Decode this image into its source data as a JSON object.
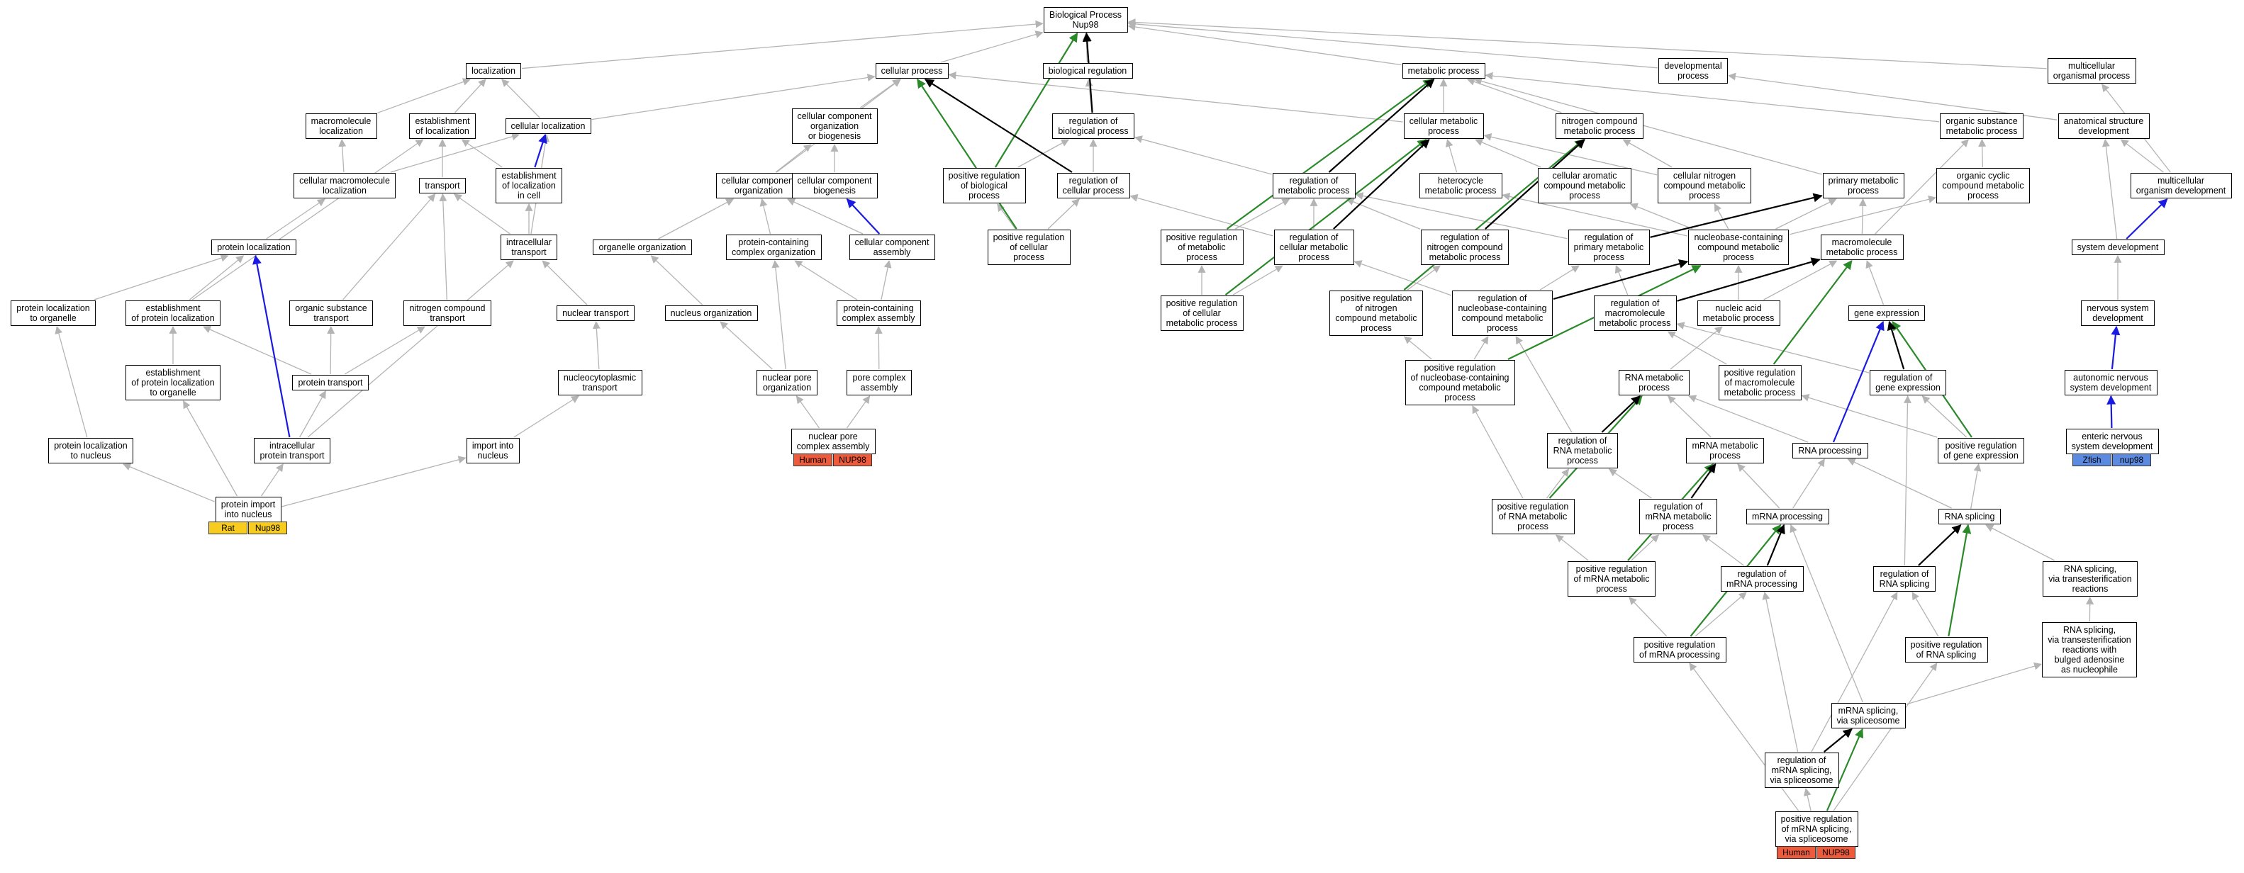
{
  "diagram": {
    "type": "gene-ontology-graph",
    "colors": {
      "default_edge": "#b4b4b4",
      "black_edge": "#000000",
      "green_edge": "#2a8a2a",
      "blue_edge": "#1a1ae0",
      "rat": "#f7cc1f",
      "human": "#ee5a3c",
      "zfish": "#5b8ae0"
    },
    "nodes": [
      {
        "id": "bp",
        "label": "Biological Process\nNup98"
      },
      {
        "id": "loc",
        "label": "localization"
      },
      {
        "id": "cp",
        "label": "cellular process"
      },
      {
        "id": "br",
        "label": "biological regulation"
      },
      {
        "id": "mp",
        "label": "metabolic process"
      },
      {
        "id": "dev",
        "label": "developmental\nprocess"
      },
      {
        "id": "mop",
        "label": "multicellular\norganismal process"
      },
      {
        "id": "ml",
        "label": "macromolecule\nlocalization"
      },
      {
        "id": "eloc",
        "label": "establishment\nof localization"
      },
      {
        "id": "cloc",
        "label": "cellular localization"
      },
      {
        "id": "ccob",
        "label": "cellular component\norganization\nor biogenesis"
      },
      {
        "id": "rbp",
        "label": "regulation of\nbiological process"
      },
      {
        "id": "cmp",
        "label": "cellular metabolic\nprocess"
      },
      {
        "id": "ncmp",
        "label": "nitrogen compound\nmetabolic process"
      },
      {
        "id": "osmp",
        "label": "organic substance\nmetabolic process"
      },
      {
        "id": "asd",
        "label": "anatomical structure\ndevelopment"
      },
      {
        "id": "cml",
        "label": "cellular macromolecule\nlocalization"
      },
      {
        "id": "transport",
        "label": "transport"
      },
      {
        "id": "eloccell",
        "label": "establishment\nof localization\nin cell"
      },
      {
        "id": "cco",
        "label": "cellular component\norganization"
      },
      {
        "id": "ccb",
        "label": "cellular component\nbiogenesis"
      },
      {
        "id": "prbp",
        "label": "positive regulation\nof biological\nprocess"
      },
      {
        "id": "rcp",
        "label": "regulation of\ncellular process"
      },
      {
        "id": "rmp",
        "label": "regulation of\nmetabolic process"
      },
      {
        "id": "hmp",
        "label": "heterocycle\nmetabolic process"
      },
      {
        "id": "cacmp",
        "label": "cellular aromatic\ncompound metabolic\nprocess"
      },
      {
        "id": "cncmp",
        "label": "cellular nitrogen\ncompound metabolic\nprocess"
      },
      {
        "id": "pmp",
        "label": "primary metabolic\nprocess"
      },
      {
        "id": "occmp",
        "label": "organic cyclic\ncompound metabolic\nprocess"
      },
      {
        "id": "mod",
        "label": "multicellular\norganism development"
      },
      {
        "id": "ploc",
        "label": "protein localization"
      },
      {
        "id": "it",
        "label": "intracellular\ntransport"
      },
      {
        "id": "oo",
        "label": "organelle organization"
      },
      {
        "id": "pcco",
        "label": "protein-containing\ncomplex organization"
      },
      {
        "id": "cca",
        "label": "cellular component\nassembly"
      },
      {
        "id": "prcp",
        "label": "positive regulation\nof cellular\nprocess"
      },
      {
        "id": "prmp",
        "label": "positive regulation\nof metabolic\nprocess"
      },
      {
        "id": "rcmp",
        "label": "regulation of\ncellular metabolic\nprocess"
      },
      {
        "id": "rncmp",
        "label": "regulation of\nnitrogen compound\nmetabolic process"
      },
      {
        "id": "rpmp",
        "label": "regulation of\nprimary metabolic\nprocess"
      },
      {
        "id": "nbcmp",
        "label": "nucleobase-containing\ncompound metabolic\nprocess"
      },
      {
        "id": "mmp",
        "label": "macromolecule\nmetabolic process"
      },
      {
        "id": "sd",
        "label": "system development"
      },
      {
        "id": "plo",
        "label": "protein localization\nto organelle"
      },
      {
        "id": "epl",
        "label": "establishment\nof protein localization"
      },
      {
        "id": "ost",
        "label": "organic substance\ntransport"
      },
      {
        "id": "nct",
        "label": "nitrogen compound\ntransport"
      },
      {
        "id": "nt",
        "label": "nuclear transport"
      },
      {
        "id": "no",
        "label": "nucleus organization"
      },
      {
        "id": "pcca",
        "label": "protein-containing\ncomplex assembly"
      },
      {
        "id": "prcmp",
        "label": "positive regulation\nof cellular\nmetabolic process"
      },
      {
        "id": "prncmp",
        "label": "positive regulation\nof nitrogen\ncompound metabolic\nprocess"
      },
      {
        "id": "rnbcmp",
        "label": "regulation of\nnucleobase-containing\ncompound metabolic\nprocess"
      },
      {
        "id": "rmmp",
        "label": "regulation of\nmacromolecule\nmetabolic process"
      },
      {
        "id": "namp",
        "label": "nucleic acid\nmetabolic process"
      },
      {
        "id": "ge",
        "label": "gene expression"
      },
      {
        "id": "nsd",
        "label": "nervous system\ndevelopment"
      },
      {
        "id": "eplo",
        "label": "establishment\nof protein localization\nto organelle"
      },
      {
        "id": "pt",
        "label": "protein transport"
      },
      {
        "id": "ncpt",
        "label": "nucleocytoplasmic\ntransport"
      },
      {
        "id": "npo",
        "label": "nuclear pore\norganization"
      },
      {
        "id": "pca",
        "label": "pore complex\nassembly"
      },
      {
        "id": "prnbcmp",
        "label": "positive regulation\nof nucleobase-containing\ncompound metabolic\nprocess"
      },
      {
        "id": "rnamp",
        "label": "RNA metabolic\nprocess"
      },
      {
        "id": "prmmp",
        "label": "positive regulation\nof macromolecule\nmetabolic process"
      },
      {
        "id": "rge",
        "label": "regulation of\ngene expression"
      },
      {
        "id": "ansd",
        "label": "autonomic nervous\nsystem development"
      },
      {
        "id": "pln",
        "label": "protein localization\nto nucleus"
      },
      {
        "id": "ipt",
        "label": "intracellular\nprotein transport"
      },
      {
        "id": "iin",
        "label": "import into\nnucleus"
      },
      {
        "id": "npca",
        "label": "nuclear pore\ncomplex assembly"
      },
      {
        "id": "rrnamp",
        "label": "regulation of\nRNA metabolic\nprocess"
      },
      {
        "id": "mrnamp",
        "label": "mRNA metabolic\nprocess"
      },
      {
        "id": "rnap",
        "label": "RNA processing"
      },
      {
        "id": "prge",
        "label": "positive regulation\nof gene expression"
      },
      {
        "id": "ensd",
        "label": "enteric nervous\nsystem development"
      },
      {
        "id": "pin",
        "label": "protein import\ninto nucleus"
      },
      {
        "id": "prrnamp",
        "label": "positive regulation\nof RNA metabolic\nprocess"
      },
      {
        "id": "rmrnamp",
        "label": "regulation of\nmRNA metabolic\nprocess"
      },
      {
        "id": "mrnap",
        "label": "mRNA processing"
      },
      {
        "id": "rnas",
        "label": "RNA splicing"
      },
      {
        "id": "prmrnamp",
        "label": "positive regulation\nof mRNA metabolic\nprocess"
      },
      {
        "id": "rmrnap",
        "label": "regulation of\nmRNA processing"
      },
      {
        "id": "rrnas",
        "label": "regulation of\nRNA splicing"
      },
      {
        "id": "rnast",
        "label": "RNA splicing,\nvia transesterification\nreactions"
      },
      {
        "id": "prmrnap",
        "label": "positive regulation\nof mRNA processing"
      },
      {
        "id": "prrnas",
        "label": "positive regulation\nof RNA splicing"
      },
      {
        "id": "rnastb",
        "label": "RNA splicing,\nvia transesterification\nreactions with\nbulged adenosine\nas nucleophile"
      },
      {
        "id": "mrnass",
        "label": "mRNA splicing,\nvia spliceosome"
      },
      {
        "id": "rmrnass",
        "label": "regulation of\nmRNA splicing,\nvia spliceosome"
      },
      {
        "id": "prmrnass",
        "label": "positive regulation\nof mRNA splicing,\nvia spliceosome"
      }
    ],
    "annotations": [
      {
        "node": "pin",
        "species": "Rat",
        "gene": "Nup98",
        "color": "#f7cc1f"
      },
      {
        "node": "npca",
        "species": "Human",
        "gene": "NUP98",
        "color": "#ee5a3c"
      },
      {
        "node": "ensd",
        "species": "Zfish",
        "gene": "nup98",
        "color": "#5b8ae0"
      },
      {
        "node": "prmrnass",
        "species": "Human",
        "gene": "NUP98",
        "color": "#ee5a3c"
      }
    ],
    "edges": [
      [
        "loc",
        "bp",
        "gray"
      ],
      [
        "cp",
        "bp",
        "gray"
      ],
      [
        "br",
        "bp",
        "gray"
      ],
      [
        "mp",
        "bp",
        "gray"
      ],
      [
        "dev",
        "bp",
        "gray"
      ],
      [
        "mop",
        "bp",
        "gray"
      ],
      [
        "ml",
        "loc",
        "gray"
      ],
      [
        "eloc",
        "loc",
        "gray"
      ],
      [
        "cloc",
        "loc",
        "gray"
      ],
      [
        "cloc",
        "cp",
        "gray"
      ],
      [
        "ccob",
        "cp",
        "gray"
      ],
      [
        "rbp",
        "br",
        "gray"
      ],
      [
        "rbp",
        "bp",
        "black"
      ],
      [
        "cmp",
        "mp",
        "gray"
      ],
      [
        "cmp",
        "cp",
        "gray"
      ],
      [
        "ncmp",
        "mp",
        "gray"
      ],
      [
        "osmp",
        "mp",
        "gray"
      ],
      [
        "asd",
        "dev",
        "gray"
      ],
      [
        "mod",
        "mop",
        "gray"
      ],
      [
        "mod",
        "asd",
        "gray"
      ],
      [
        "cml",
        "ml",
        "gray"
      ],
      [
        "cml",
        "cloc",
        "gray"
      ],
      [
        "transport",
        "eloc",
        "gray"
      ],
      [
        "eloccell",
        "eloc",
        "gray"
      ],
      [
        "eloccell",
        "cloc",
        "blue"
      ],
      [
        "cco",
        "ccob",
        "gray"
      ],
      [
        "cco",
        "cp",
        "gray"
      ],
      [
        "ccb",
        "ccob",
        "gray"
      ],
      [
        "prbp",
        "rbp",
        "gray"
      ],
      [
        "prbp",
        "bp",
        "green"
      ],
      [
        "rcp",
        "rbp",
        "gray"
      ],
      [
        "rcp",
        "cp",
        "black"
      ],
      [
        "rmp",
        "rbp",
        "gray"
      ],
      [
        "rmp",
        "mp",
        "black"
      ],
      [
        "hmp",
        "cmp",
        "gray"
      ],
      [
        "cacmp",
        "cmp",
        "gray"
      ],
      [
        "cncmp",
        "cmp",
        "gray"
      ],
      [
        "cncmp",
        "ncmp",
        "gray"
      ],
      [
        "pmp",
        "mp",
        "gray"
      ],
      [
        "occmp",
        "osmp",
        "gray"
      ],
      [
        "ploc",
        "cml",
        "gray"
      ],
      [
        "it",
        "eloccell",
        "gray"
      ],
      [
        "it",
        "transport",
        "gray"
      ],
      [
        "it",
        "cloc",
        "gray"
      ],
      [
        "oo",
        "cco",
        "gray"
      ],
      [
        "pcco",
        "cco",
        "gray"
      ],
      [
        "cca",
        "ccb",
        "blue"
      ],
      [
        "cca",
        "cco",
        "gray"
      ],
      [
        "prcp",
        "rcp",
        "gray"
      ],
      [
        "prcp",
        "cp",
        "green"
      ],
      [
        "prcp",
        "prbp",
        "gray"
      ],
      [
        "prmp",
        "rmp",
        "gray"
      ],
      [
        "prmp",
        "mp",
        "green"
      ],
      [
        "rcmp",
        "rmp",
        "gray"
      ],
      [
        "rcmp",
        "rcp",
        "gray"
      ],
      [
        "rcmp",
        "cmp",
        "black"
      ],
      [
        "rncmp",
        "rmp",
        "gray"
      ],
      [
        "rncmp",
        "ncmp",
        "black"
      ],
      [
        "rpmp",
        "rmp",
        "gray"
      ],
      [
        "rpmp",
        "pmp",
        "black"
      ],
      [
        "nbcmp",
        "hmp",
        "gray"
      ],
      [
        "nbcmp",
        "cacmp",
        "gray"
      ],
      [
        "nbcmp",
        "cncmp",
        "gray"
      ],
      [
        "nbcmp",
        "pmp",
        "gray"
      ],
      [
        "nbcmp",
        "occmp",
        "gray"
      ],
      [
        "mmp",
        "pmp",
        "gray"
      ],
      [
        "mmp",
        "osmp",
        "gray"
      ],
      [
        "sd",
        "mod",
        "blue"
      ],
      [
        "sd",
        "asd",
        "gray"
      ],
      [
        "plo",
        "ploc",
        "gray"
      ],
      [
        "epl",
        "ploc",
        "gray"
      ],
      [
        "epl",
        "eloc",
        "gray"
      ],
      [
        "ost",
        "transport",
        "gray"
      ],
      [
        "nct",
        "transport",
        "gray"
      ],
      [
        "nt",
        "it",
        "gray"
      ],
      [
        "no",
        "oo",
        "gray"
      ],
      [
        "pcca",
        "pcco",
        "gray"
      ],
      [
        "pcca",
        "cca",
        "gray"
      ],
      [
        "prcmp",
        "rcmp",
        "gray"
      ],
      [
        "prcmp",
        "prmp",
        "gray"
      ],
      [
        "prcmp",
        "cmp",
        "green"
      ],
      [
        "prncmp",
        "rncmp",
        "gray"
      ],
      [
        "prncmp",
        "ncmp",
        "green"
      ],
      [
        "rnbcmp",
        "rcmp",
        "gray"
      ],
      [
        "rnbcmp",
        "rpmp",
        "gray"
      ],
      [
        "rnbcmp",
        "nbcmp",
        "black"
      ],
      [
        "rmmp",
        "rpmp",
        "gray"
      ],
      [
        "rmmp",
        "mmp",
        "black"
      ],
      [
        "namp",
        "nbcmp",
        "gray"
      ],
      [
        "namp",
        "mmp",
        "gray"
      ],
      [
        "ge",
        "mmp",
        "gray"
      ],
      [
        "nsd",
        "sd",
        "gray"
      ],
      [
        "eplo",
        "epl",
        "gray"
      ],
      [
        "pt",
        "epl",
        "gray"
      ],
      [
        "pt",
        "ost",
        "gray"
      ],
      [
        "pt",
        "nct",
        "gray"
      ],
      [
        "ncpt",
        "nt",
        "gray"
      ],
      [
        "npo",
        "no",
        "gray"
      ],
      [
        "npo",
        "pcco",
        "gray"
      ],
      [
        "pca",
        "pcca",
        "gray"
      ],
      [
        "prnbcmp",
        "rnbcmp",
        "gray"
      ],
      [
        "prnbcmp",
        "prncmp",
        "gray"
      ],
      [
        "prnbcmp",
        "nbcmp",
        "green"
      ],
      [
        "rnamp",
        "namp",
        "gray"
      ],
      [
        "prmmp",
        "rmmp",
        "gray"
      ],
      [
        "prmmp",
        "mmp",
        "green"
      ],
      [
        "rge",
        "ge",
        "black"
      ],
      [
        "rge",
        "rmmp",
        "gray"
      ],
      [
        "ansd",
        "nsd",
        "blue"
      ],
      [
        "pln",
        "plo",
        "gray"
      ],
      [
        "ipt",
        "pt",
        "gray"
      ],
      [
        "ipt",
        "it",
        "gray"
      ],
      [
        "ipt",
        "ploc",
        "blue"
      ],
      [
        "iin",
        "ncpt",
        "gray"
      ],
      [
        "npca",
        "npo",
        "gray"
      ],
      [
        "npca",
        "pca",
        "gray"
      ],
      [
        "rrnamp",
        "rnbcmp",
        "gray"
      ],
      [
        "rrnamp",
        "rnamp",
        "black"
      ],
      [
        "mrnamp",
        "rnamp",
        "gray"
      ],
      [
        "rnap",
        "rnamp",
        "gray"
      ],
      [
        "rnap",
        "ge",
        "blue"
      ],
      [
        "prge",
        "rge",
        "gray"
      ],
      [
        "prge",
        "ge",
        "green"
      ],
      [
        "prge",
        "prmmp",
        "gray"
      ],
      [
        "ensd",
        "ansd",
        "blue"
      ],
      [
        "pin",
        "pln",
        "gray"
      ],
      [
        "pin",
        "eplo",
        "gray"
      ],
      [
        "pin",
        "ipt",
        "gray"
      ],
      [
        "pin",
        "iin",
        "gray"
      ],
      [
        "prrnamp",
        "rrnamp",
        "gray"
      ],
      [
        "prrnamp",
        "prnbcmp",
        "gray"
      ],
      [
        "prrnamp",
        "rnamp",
        "green"
      ],
      [
        "rmrnamp",
        "rrnamp",
        "gray"
      ],
      [
        "rmrnamp",
        "mrnamp",
        "black"
      ],
      [
        "mrnap",
        "mrnamp",
        "gray"
      ],
      [
        "mrnap",
        "rnap",
        "gray"
      ],
      [
        "rnas",
        "rnap",
        "gray"
      ],
      [
        "prmrnamp",
        "rmrnamp",
        "gray"
      ],
      [
        "prmrnamp",
        "prrnamp",
        "gray"
      ],
      [
        "prmrnamp",
        "mrnamp",
        "green"
      ],
      [
        "rmrnap",
        "rmrnamp",
        "gray"
      ],
      [
        "rmrnap",
        "mrnap",
        "black"
      ],
      [
        "rrnas",
        "rge",
        "gray"
      ],
      [
        "rrnas",
        "rnas",
        "black"
      ],
      [
        "rnast",
        "rnas",
        "gray"
      ],
      [
        "prmrnap",
        "rmrnap",
        "gray"
      ],
      [
        "prmrnap",
        "prmrnamp",
        "gray"
      ],
      [
        "prmrnap",
        "mrnap",
        "green"
      ],
      [
        "prrnas",
        "rrnas",
        "gray"
      ],
      [
        "prrnas",
        "prge",
        "gray"
      ],
      [
        "prrnas",
        "rnas",
        "green"
      ],
      [
        "rnastb",
        "rnast",
        "gray"
      ],
      [
        "mrnass",
        "mrnap",
        "gray"
      ],
      [
        "mrnass",
        "rnastb",
        "gray"
      ],
      [
        "rmrnass",
        "mrnass",
        "black"
      ],
      [
        "rmrnass",
        "rmrnap",
        "gray"
      ],
      [
        "rmrnass",
        "rrnas",
        "gray"
      ],
      [
        "prmrnass",
        "rmrnass",
        "gray"
      ],
      [
        "prmrnass",
        "mrnass",
        "green"
      ],
      [
        "prmrnass",
        "prmrnap",
        "gray"
      ],
      [
        "prmrnass",
        "prrnas",
        "gray"
      ]
    ]
  }
}
